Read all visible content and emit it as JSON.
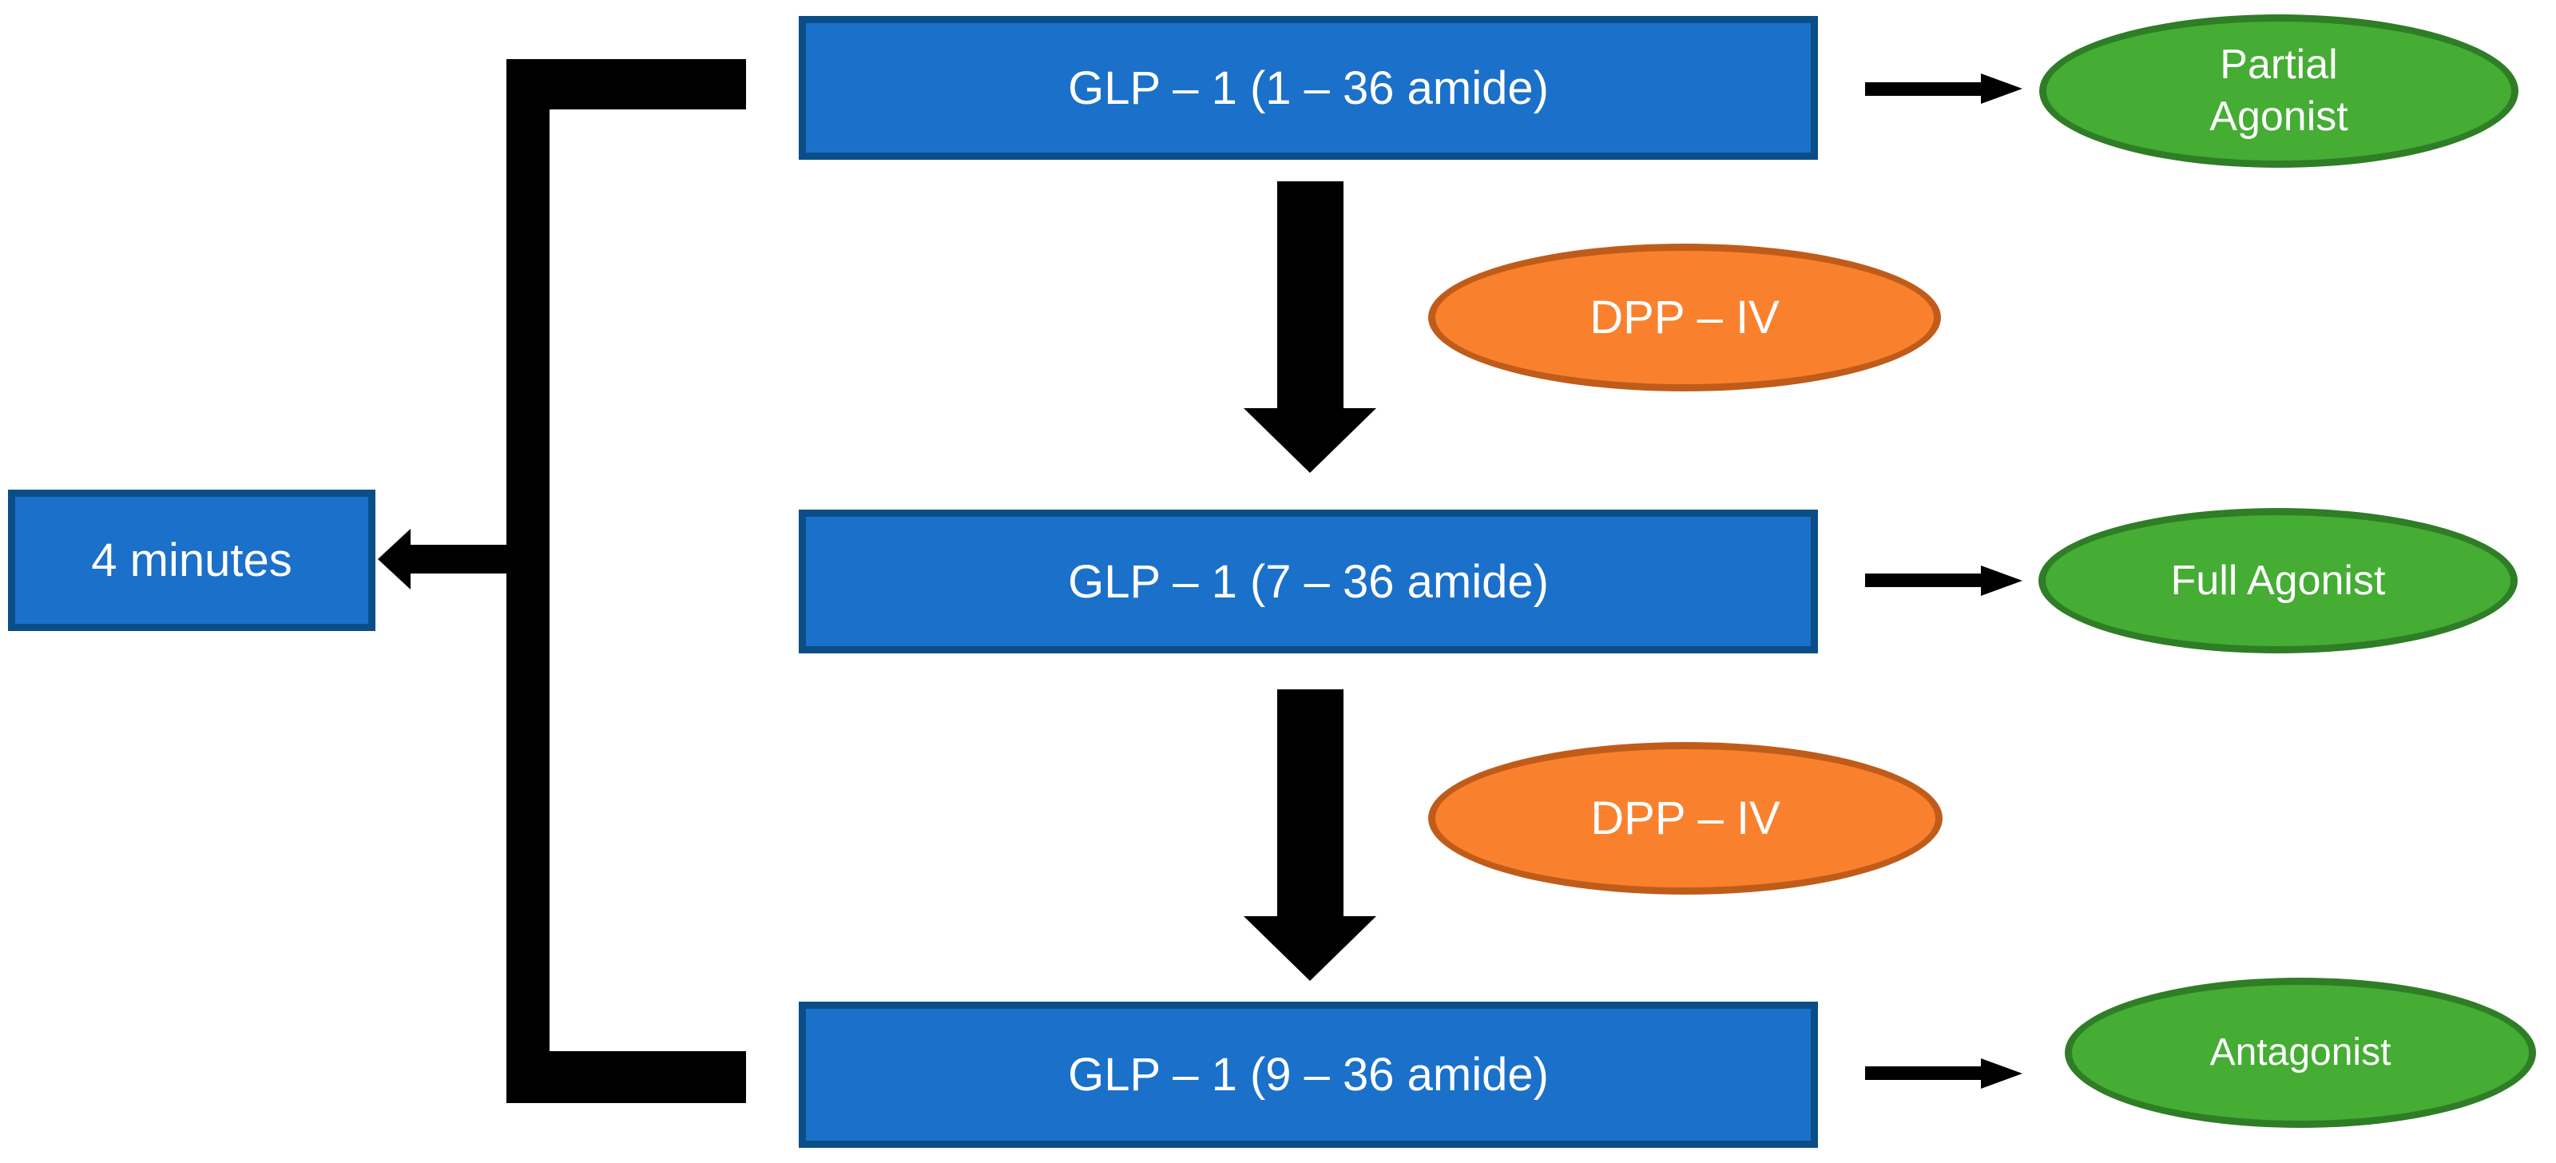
{
  "diagram": {
    "title_hint": "GLP-1 degradation by DPP-IV flow diagram",
    "boxes": {
      "glp1_1_36": {
        "label": "GLP – 1 (1 – 36 amide)"
      },
      "glp1_7_36": {
        "label": "GLP – 1 (7 – 36 amide)"
      },
      "glp1_9_36": {
        "label": "GLP – 1 (9 – 36 amide)"
      },
      "four_minutes": {
        "label": "4 minutes"
      }
    },
    "enzymes": {
      "dpp_iv_1": {
        "label": "DPP – IV"
      },
      "dpp_iv_2": {
        "label": "DPP – IV"
      }
    },
    "outcomes": {
      "partial_agonist": {
        "label": "Partial Agonist"
      },
      "full_agonist": {
        "label": "Full Agonist"
      },
      "antagonist": {
        "label": "Antagonist"
      }
    }
  },
  "colors": {
    "blue_fill": "#1B70C9",
    "blue_border": "#0B4E87",
    "green_fill": "#45AC34",
    "green_border": "#2F7D26",
    "orange_fill": "#F9812E",
    "orange_border": "#C05C1A",
    "arrow_black": "#000000"
  }
}
